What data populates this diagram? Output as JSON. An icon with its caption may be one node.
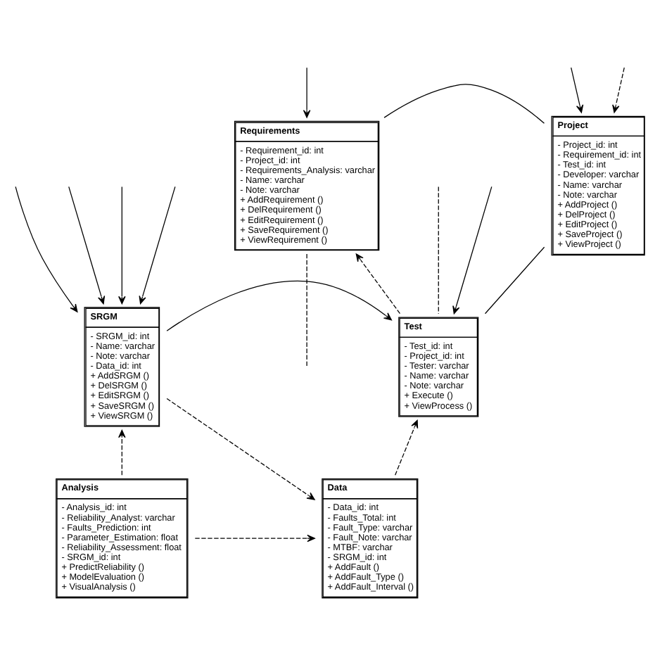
{
  "diagram": {
    "nodes": [
      {
        "text": [
          "Project",
          "- Project_id: int",
          "- Requirement_id: int",
          "- Test_id: int",
          "- Developer: varchar",
          "- Name: varchar",
          "- Note: varchar",
          "+ AddProject ()",
          "+ DelProject ()",
          "+ EditProject ()",
          "+ SaveProject ()",
          "+ ViewProject ()"
        ]
      },
      {
        "text": [
          "Requirements",
          "- Requirement_id: int",
          "- Project_id: int",
          "- Requirements_Analysis: varchar",
          "- Name: varchar",
          "- Note: varchar",
          "+ AddRequirement ()",
          "+ DelRequirement ()",
          "+ EditRequirement ()",
          "+ SaveRequirement ()",
          "+ ViewRequirement ()"
        ]
      },
      {
        "text": [
          "Test",
          "- Test_id: int",
          "- Project_id: int",
          "- Tester: varchar",
          "- Name: varchar",
          "- Note: varchar",
          "+ Execute ()",
          "+ ViewProcess ()"
        ]
      },
      {
        "text": [
          "SRGM",
          "- SRGM_id: int",
          "- Name: varchar",
          "- Note: varchar",
          "- Data_id: int",
          "+ AddSRGM ()",
          "+ DelSRGM ()",
          "+ EditSRGM ()",
          "+ SaveSRGM ()",
          "+ ViewSRGM ()"
        ]
      },
      {
        "text": [
          "Data",
          "- Data_id: int",
          "- Faults_Total: int",
          "- Fault_Type: varchar",
          "- Fault_Note: varchar",
          "- MTBF: varchar",
          "- SRGM_id: int",
          "+ AddFault ()",
          "+ AddFault_Type ()",
          "+ AddFault_Interval ()"
        ]
      },
      {
        "text": [
          "Analysis",
          "- Analysis_id: int",
          "- Reliability_Analyst: varchar",
          "- Faults_Prediction: int",
          "- Parameter_Estimation: float",
          "- Reliability_Assessment: float",
          "- SRGM_id: int",
          "+ PredictReliability ()",
          "+ ModelEvaluation ()",
          "+ VisualAnalysis ()"
        ]
      }
    ],
    "edges": [
      {
        "from": 1,
        "to": null,
        "arrow": "none",
        "style": "dashed"
      },
      {
        "from": null,
        "to": 0,
        "arrow": "to"
      },
      {
        "from": 0,
        "to": 1,
        "arrow": "none"
      },
      {
        "from": null,
        "to": 1,
        "arrow": "to"
      },
      {
        "from": null,
        "to": 0,
        "arrow": "to",
        "style": "dashed"
      },
      {
        "from": 2,
        "to": 1,
        "arrow": "to",
        "style": "dashed"
      },
      {
        "from": 0,
        "to": 2,
        "arrow": "none"
      },
      {
        "from": null,
        "to": 3,
        "arrow": "to"
      },
      {
        "from": null,
        "to": 3,
        "arrow": "to"
      },
      {
        "from": null,
        "to": 2,
        "arrow": "none",
        "style": "dashed"
      },
      {
        "from": 3,
        "to": 2,
        "arrow": "to"
      },
      {
        "from": null,
        "to": 3,
        "arrow": "to"
      },
      {
        "from": null,
        "to": 2,
        "arrow": "to"
      },
      {
        "from": null,
        "to": 3,
        "arrow": "to"
      },
      {
        "from": 3,
        "to": 4,
        "arrow": "to",
        "style": "dashed"
      },
      {
        "from": 4,
        "to": 2,
        "arrow": "to",
        "style": "dashed"
      },
      {
        "from": 5,
        "to": 3,
        "arrow": "to",
        "style": "dashed"
      },
      {
        "from": 5,
        "to": 4,
        "arrow": "to",
        "style": "dashed"
      }
    ]
  }
}
